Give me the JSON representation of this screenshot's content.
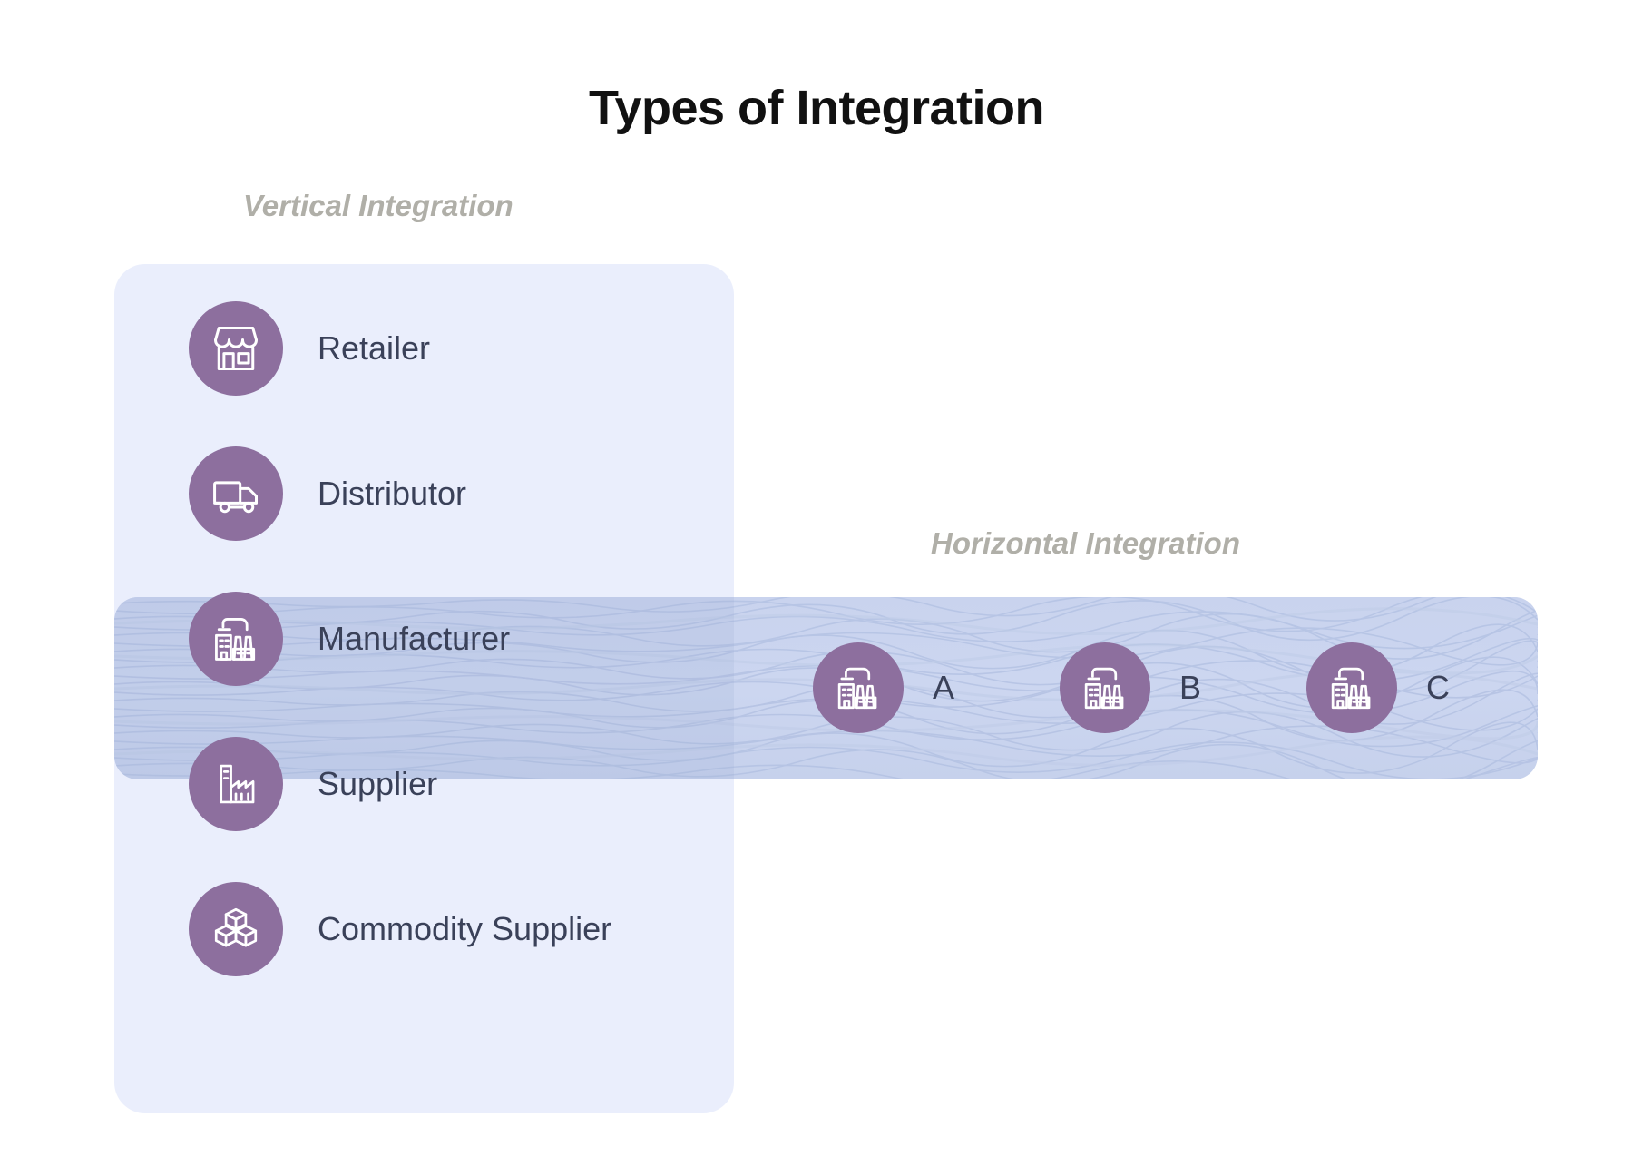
{
  "page": {
    "title": "Types of Integration",
    "background_color": "#ffffff"
  },
  "colors": {
    "title_text": "#111111",
    "caption_text": "#b0afa8",
    "node_label_text": "#3a4159",
    "icon_circle": "#8d6f9e",
    "icon_glyph": "#ffffff",
    "vertical_panel": "#eaeefc",
    "horizontal_band": "#ccd5ef",
    "horizontal_band_lines": "#b6c4e4"
  },
  "vertical_section": {
    "caption": "Vertical Integration",
    "items": [
      {
        "label": "Retailer",
        "icon": "storefront-icon"
      },
      {
        "label": "Distributor",
        "icon": "delivery-truck-icon"
      },
      {
        "label": "Manufacturer",
        "icon": "factory-icon"
      },
      {
        "label": "Supplier",
        "icon": "industrial-plant-icon"
      },
      {
        "label": "Commodity Supplier",
        "icon": "cube-stack-icon"
      }
    ]
  },
  "horizontal_section": {
    "caption": "Horizontal Integration",
    "items": [
      {
        "label": "A",
        "icon": "factory-icon"
      },
      {
        "label": "B",
        "icon": "factory-icon"
      },
      {
        "label": "C",
        "icon": "factory-icon"
      }
    ]
  }
}
